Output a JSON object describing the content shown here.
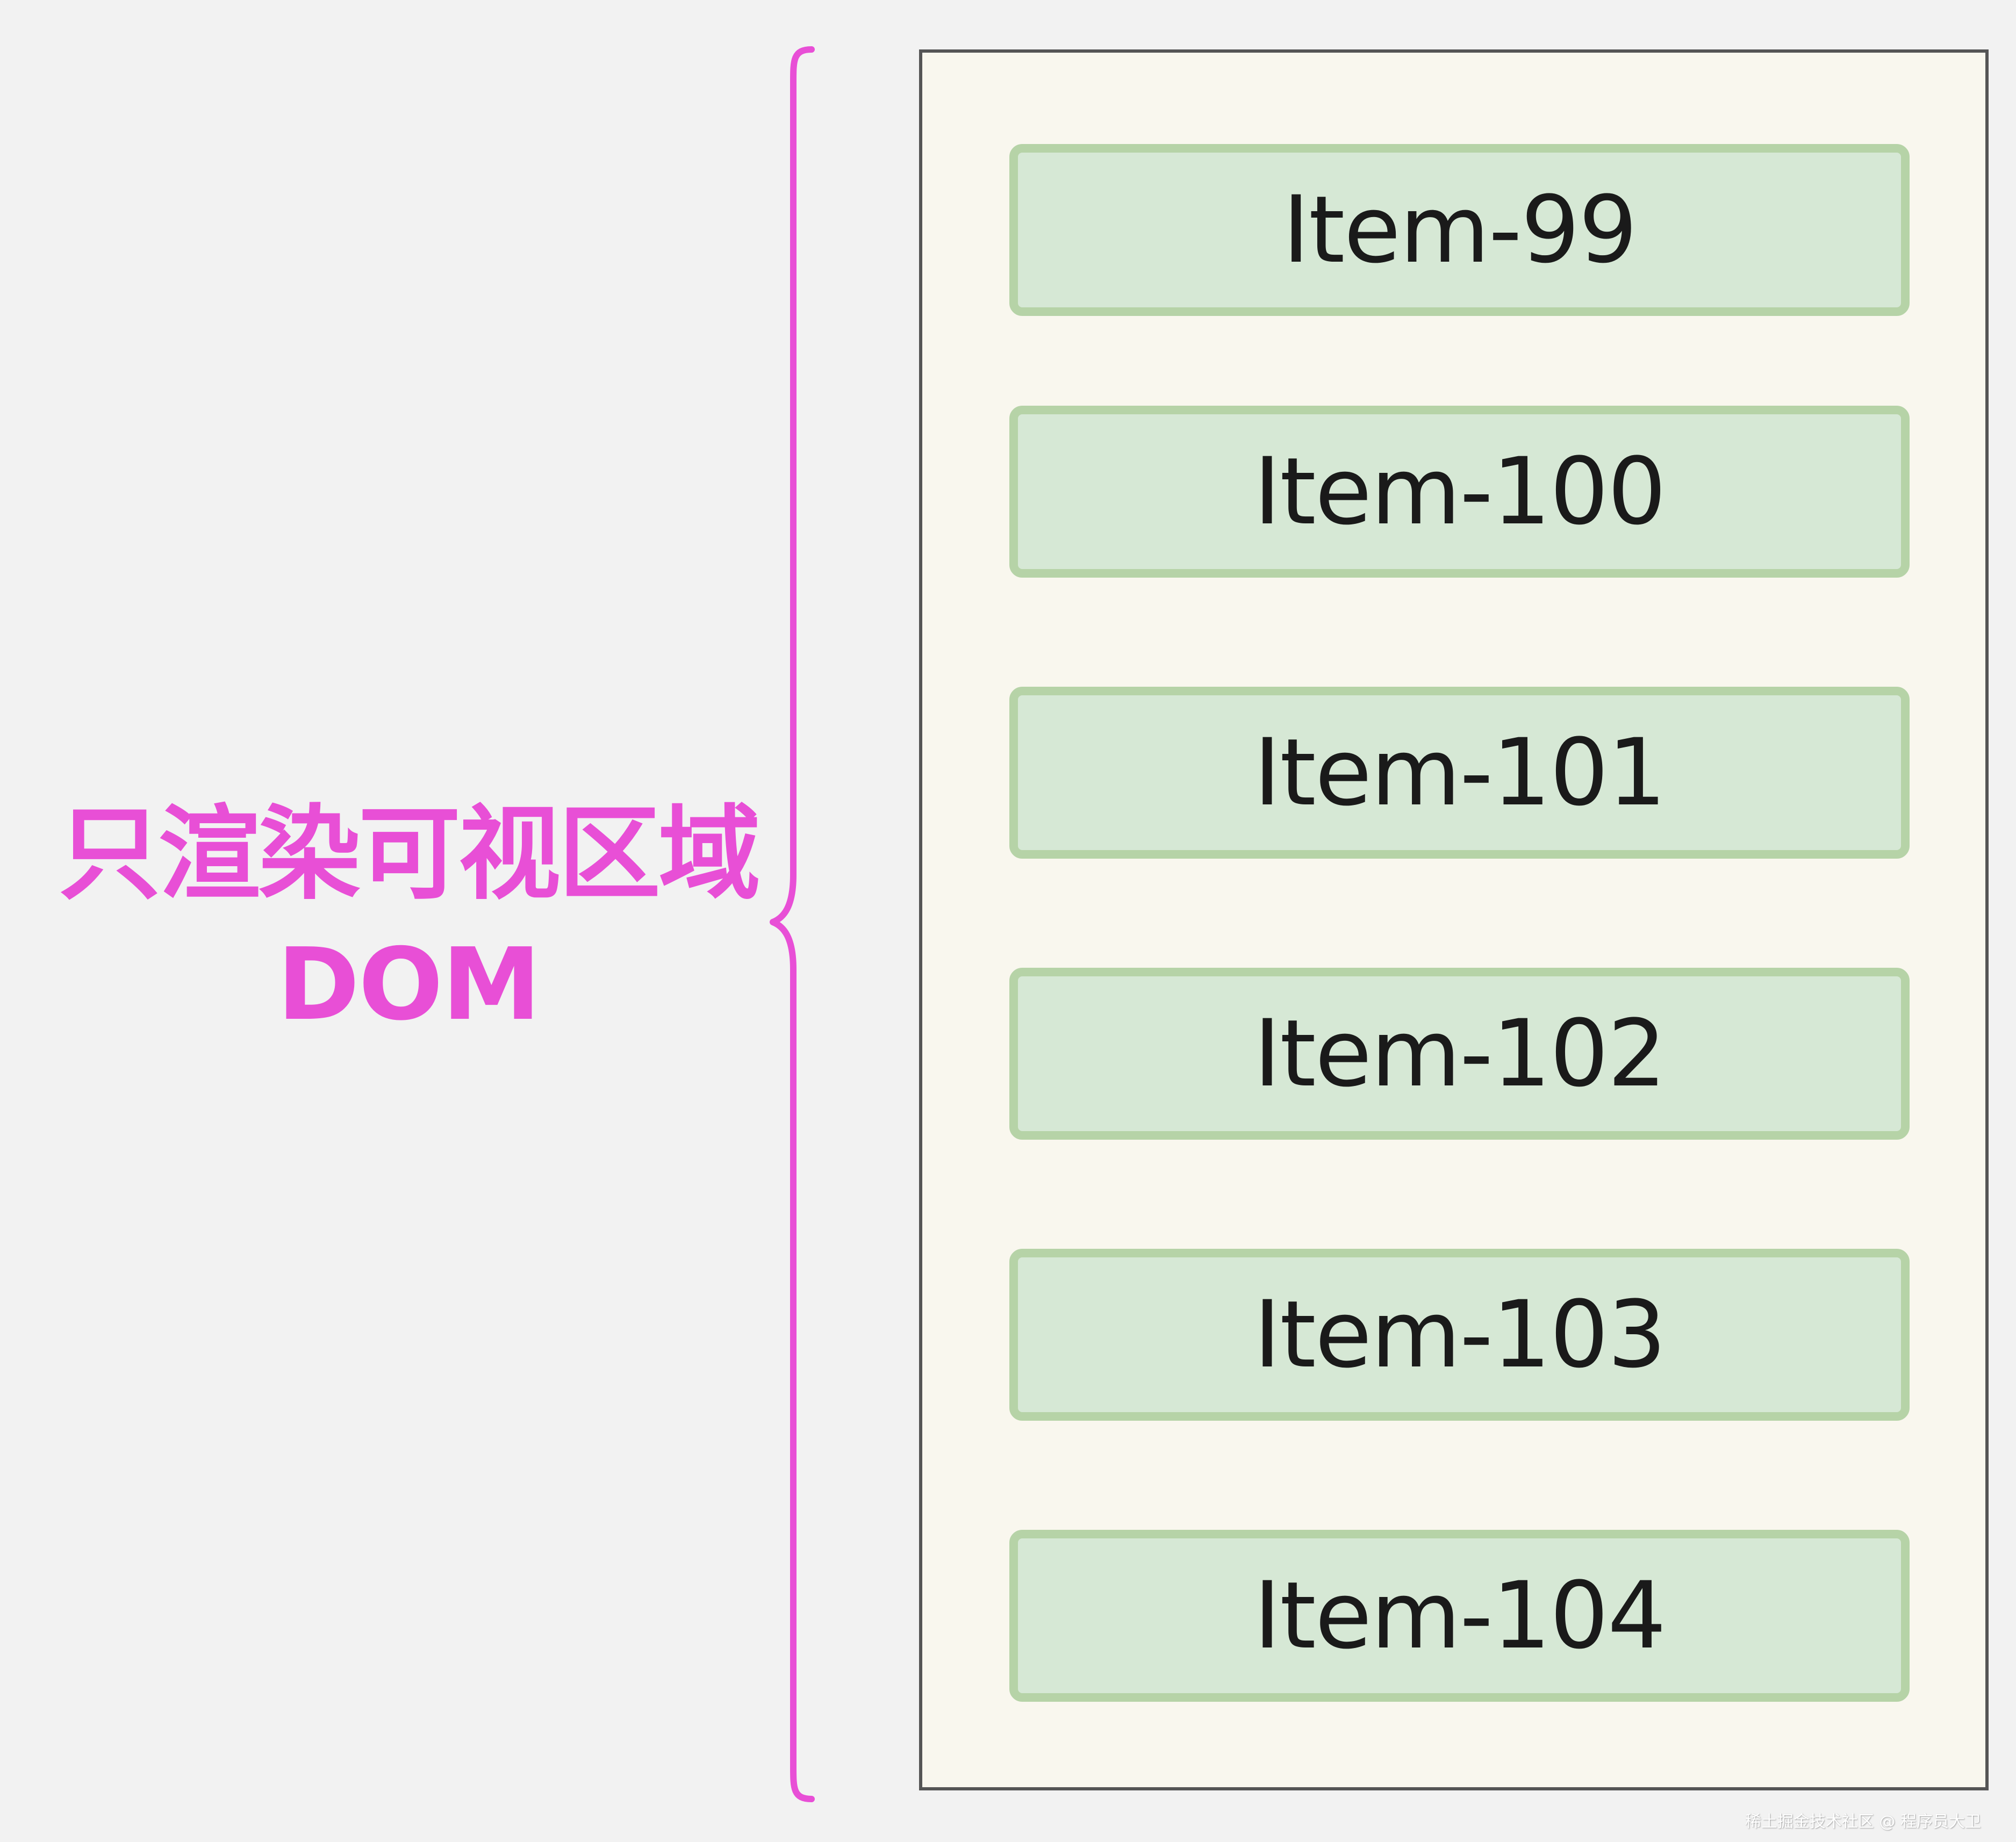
{
  "annotation": {
    "line1": "只渲染可视区域",
    "line2": "DOM",
    "color": "#e84fd6"
  },
  "items": [
    {
      "label": "Item-99"
    },
    {
      "label": "Item-100"
    },
    {
      "label": "Item-101"
    },
    {
      "label": "Item-102"
    },
    {
      "label": "Item-103"
    },
    {
      "label": "Item-104"
    }
  ],
  "colors": {
    "background": "#f2f2f2",
    "viewport_fill": "#f9f7ee",
    "viewport_border": "#555555",
    "item_fill": "#d6e8d5",
    "item_border": "#b6d3a7",
    "item_text": "#1a1a1a"
  },
  "watermark": "稀土掘金技术社区 @ 程序员大卫"
}
